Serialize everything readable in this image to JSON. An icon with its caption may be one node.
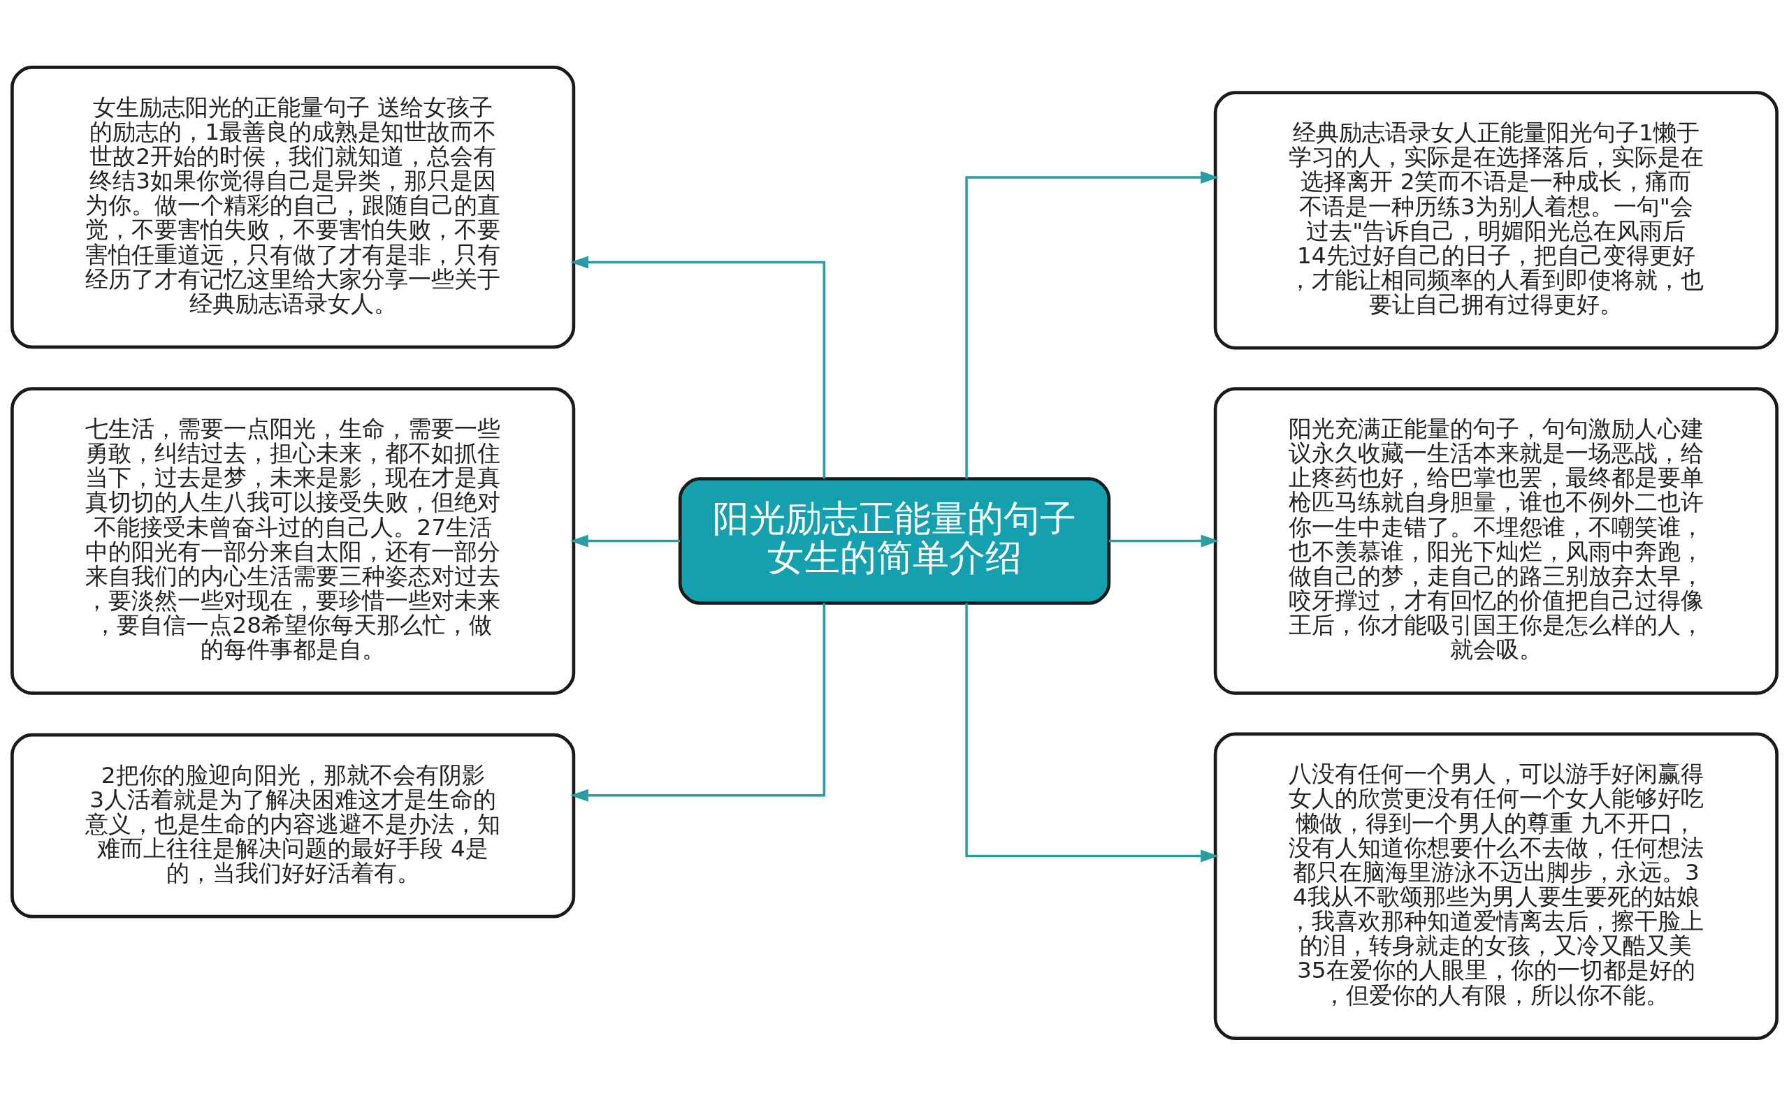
{
  "diagram": {
    "nodes": [
      {
        "text": [
          "阳光励志正能量的句子女生的简单介绍"
        ]
      },
      {
        "text": [
          "女生励志阳光的正能量句子 送给女孩子的励志的，1最善良的成熟是知世故而不世故2开始的时侯，我们就知道，总会有终结3如果你觉得自己是异类，那只是因为你。做一个精彩的自己，跟随自己的直觉，不要害怕失败，不要害怕失败，不要害怕任重道远，只有做了才有是非，只有经历了才有记忆这里给大家分享一些关于经典励志语录女人。"
        ]
      },
      {
        "text": [
          "七生活，需要一点阳光，生命，需要一些勇敢，纠结过去，担心未来，都不如抓住当下，过去是梦，未来是影，现在才是真真切切的人生八我可以接受失败，但绝对不能接受未曾奋斗过的自己人。27生活中的阳光有一部分来自太阳，还有一部分来自我们的内心生活需要三种姿态对过去，要淡然一些对现在，要珍惜一些对未来，要自信一点28希望你每天那么忙，做的每件事都是自。"
        ]
      },
      {
        "text": [
          "2把你的脸迎向阳光，那就不会有阴影 3人活着就是为了解决困难这才是生命的意义，也是生命的内容逃避不是办法，知难而上往往是解决问题的最好手段 4是的，当我们好好活着有。"
        ]
      },
      {
        "text": [
          "经典励志语录女人正能量阳光句子1懒于学习的人，实际是在选择落后，实际是在选择离开 2笑而不语是一种成长，痛而不语是一种历练3为别人着想。一句\"会过去\"告诉自己，明媚阳光总在风雨后 14先过好自己的日子，把自己变得更好，才能让相同频率的人看到即使将就，也要让自己拥有过得更好。"
        ]
      },
      {
        "text": [
          "阳光充满正能量的句子，句句激励人心建议永久收藏一生活本来就是一场恶战，给止疼药也好，给巴掌也罢，最终都是要单枪匹马练就自身胆量，谁也不例外二也许你一生中走错了。不埋怨谁，不嘲笑谁，也不羡慕谁，阳光下灿烂，风雨中奔跑，做自己的梦，走自己的路三别放弃太早，咬牙撑过，才有回忆的价值把自己过得像王后，你才能吸引国王你是怎么样的人，就会吸。"
        ]
      },
      {
        "text": [
          "八没有任何一个男人，可以游手好闲赢得女人的欣赏更没有任何一个女人能够好吃懒做，得到一个男人的尊重 九不开口，没有人知道你想要什么不去做，任何想法都只在脑海里游泳不迈出脚步，永远。34我从不歌颂那些为男人要生要死的姑娘，我喜欢那种知道爱情离去后，擦干脸上的泪，转身就走的女孩，又冷又酷又美 35在爱你的人眼里，你的一切都是好的，但爱你的人有限，所以你不能。"
        ]
      }
    ],
    "edges": [
      {
        "from": 0,
        "to": 1,
        "arrow": "to"
      },
      {
        "from": 0,
        "to": 2,
        "arrow": "to"
      },
      {
        "from": 0,
        "to": 3,
        "arrow": "to"
      },
      {
        "from": 0,
        "to": 4,
        "arrow": "to"
      },
      {
        "from": 0,
        "to": 5,
        "arrow": "to"
      },
      {
        "from": 0,
        "to": 6,
        "arrow": "to"
      }
    ]
  }
}
